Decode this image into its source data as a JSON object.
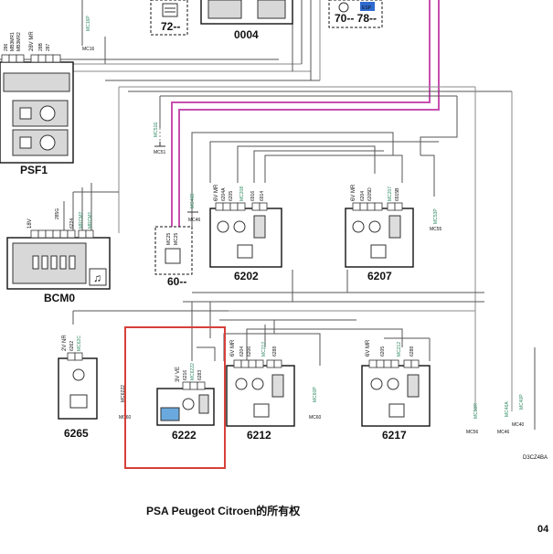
{
  "components": {
    "psf1": "PSF1",
    "bcm0": "BCM0",
    "c6202": "6202",
    "c6207": "6207",
    "c6265": "6265",
    "c6222": "6222",
    "c6212": "6212",
    "c6217": "6217",
    "c0004": "0004",
    "c60": "60--",
    "c72": "72--",
    "c70_78": "70-- 78--",
    "esp": "ESP"
  },
  "voltages": {
    "psf1_28v": "28V MR",
    "bcm0_18v": "18V",
    "c6202_6v": "6V MR",
    "c6207_6v": "6V MR",
    "c6265_2v": "2V NR",
    "c6222_3v": "3V VE",
    "c6212_6v": "6V MR",
    "c6217_6v": "6V MR"
  },
  "wire_codes": {
    "psf1": [
      "286",
      "MB3MR1",
      "MB3MR2",
      "28B",
      "287"
    ],
    "bcm0": [
      "285G",
      "6224",
      "MRCM2",
      "MRCM1"
    ],
    "c6202": [
      "6204A",
      "6205",
      "MC208",
      "6916",
      "6914"
    ],
    "c6207": [
      "6204",
      "6205D",
      "MC207",
      "6915B"
    ],
    "c6265": [
      "6262",
      "MC62C"
    ],
    "c6222": [
      "6216",
      "MC6222",
      "6283"
    ],
    "c6212": [
      "6204",
      "6206",
      "MC212",
      "6288"
    ],
    "c6217": [
      "6205",
      "MC212",
      "6288"
    ],
    "c60": [
      "MC25",
      "MC25"
    ],
    "top_green": "MC16P",
    "mc51e": "MC51E",
    "mc46e": "MC46E",
    "mc53p": "MC53P",
    "mc60p": "MC60P",
    "mc50r": "MC50R",
    "mc46a": "MC46A",
    "mc40p": "MC40P",
    "red_vertical": "MC6222"
  },
  "ground_labels": {
    "g1": "MC16",
    "g2": "MC51",
    "g3": "MC46",
    "g4": "MC60",
    "g5": "MC55",
    "g6": "MC60",
    "g7": "MC56",
    "g8": "MC46",
    "g9": "MC40"
  },
  "footer": {
    "copyright": "PSA Peugeot Citroen的所有权",
    "doc_code": "D3CZ4BA",
    "page_number": "04"
  },
  "highlight_color": "#d6403a",
  "pink_wire_color": "#c84fb0",
  "green_label_color": "#2f8a63"
}
